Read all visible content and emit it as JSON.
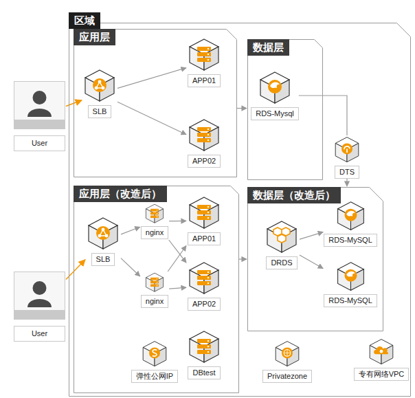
{
  "diagram": {
    "nodes": [
      {
        "text": [
          "区域"
        ]
      },
      {
        "text": [
          "应用层"
        ],
        "in": 0
      },
      {
        "text": [
          "SLB"
        ],
        "in": 1
      },
      {
        "text": [
          "APP01"
        ],
        "in": 1
      },
      {
        "text": [
          "APP02"
        ],
        "in": 1
      },
      {
        "text": [
          "数据层"
        ],
        "in": 0
      },
      {
        "text": [
          "RDS-Mysql"
        ],
        "in": 5
      },
      {
        "text": [
          "DTS"
        ],
        "in": 0
      },
      {
        "text": [
          "应用层（改造后）"
        ],
        "in": 0
      },
      {
        "text": [
          "SLB"
        ],
        "in": 8
      },
      {
        "text": [
          "nginx"
        ],
        "in": 8
      },
      {
        "text": [
          "nginx"
        ],
        "in": 8
      },
      {
        "text": [
          "APP01"
        ],
        "in": 8
      },
      {
        "text": [
          "APP02"
        ],
        "in": 8
      },
      {
        "text": [
          "弹性公网IP"
        ],
        "in": 8
      },
      {
        "text": [
          "DBtest"
        ],
        "in": 8
      },
      {
        "text": [
          "数据层（改造后）"
        ],
        "in": 0
      },
      {
        "text": [
          "DRDS"
        ],
        "in": 16
      },
      {
        "text": [
          "RDS-MySQL"
        ],
        "in": 16
      },
      {
        "text": [
          "RDS-MySQL"
        ],
        "in": 16
      },
      {
        "text": [
          "Privatezone"
        ],
        "in": 0
      },
      {
        "text": [
          "专有网络VPC"
        ],
        "in": 0
      },
      {
        "text": [
          "User"
        ]
      },
      {
        "text": [
          "User"
        ]
      }
    ],
    "edges": [
      {
        "from": 22,
        "to": 2,
        "arrow": "to"
      },
      {
        "from": 2,
        "to": 3,
        "arrow": "to"
      },
      {
        "from": 2,
        "to": 4,
        "arrow": "to"
      },
      {
        "from": 1,
        "to": 5,
        "arrow": "to"
      },
      {
        "from": 6,
        "to": 7,
        "arrow": "none"
      },
      {
        "from": 7,
        "to": 16,
        "arrow": "to"
      },
      {
        "from": 23,
        "to": 9,
        "arrow": "to"
      },
      {
        "from": 9,
        "to": 10,
        "arrow": "to"
      },
      {
        "from": 9,
        "to": 11,
        "arrow": "to"
      },
      {
        "from": 10,
        "to": 12,
        "arrow": "to"
      },
      {
        "from": 10,
        "to": 13,
        "arrow": "to"
      },
      {
        "from": 11,
        "to": 12,
        "arrow": "to"
      },
      {
        "from": 11,
        "to": 13,
        "arrow": "to"
      },
      {
        "from": 8,
        "to": 16,
        "arrow": "to"
      },
      {
        "from": 17,
        "to": 18,
        "arrow": "to"
      },
      {
        "from": 17,
        "to": 19,
        "arrow": "to"
      }
    ]
  }
}
